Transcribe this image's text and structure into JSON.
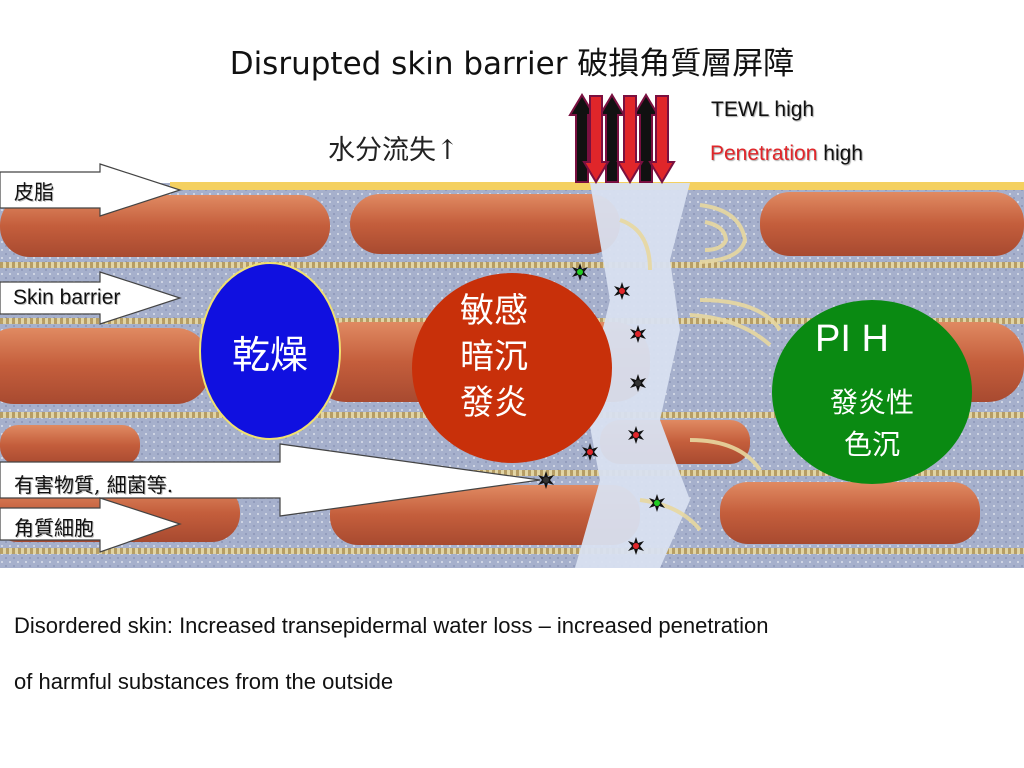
{
  "title": "Disrupted skin barrier  破損角質層屏障",
  "water_loss": "水分流失↑",
  "tewl": "TEWL high",
  "penetration": {
    "word": "Penetration",
    "level": "high"
  },
  "labels": {
    "sebum": "皮脂",
    "skin_barrier": "Skin barrier",
    "harmful": "有害物質, 細菌等.",
    "corneocyte": "角質細胞"
  },
  "circles": {
    "dry": {
      "text": "乾燥",
      "color": "#1010e0"
    },
    "sensitive": {
      "lines": [
        "敏感",
        "暗沉",
        "發炎"
      ],
      "color": "#c8300a"
    },
    "pih": {
      "title": "PI H",
      "lines": [
        "發炎性",
        "色沉"
      ],
      "color": "#0a8a12"
    }
  },
  "caption": {
    "line1": "Disordered skin: Increased transepidermal water loss  –  increased penetration",
    "line2": "of harmful substances from the outside"
  },
  "colors": {
    "cell": "#c8643f",
    "lipid": "#9aa8c8",
    "sebum": "#f4d060",
    "arrow_up": "#111111",
    "arrow_down": "#e0262a",
    "arrow_frame": "#7a1040"
  }
}
